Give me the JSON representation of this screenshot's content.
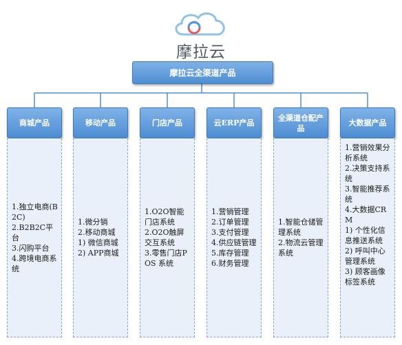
{
  "logo": {
    "name": "摩拉云"
  },
  "root": {
    "label": "摩拉云全渠道产品"
  },
  "columns": [
    {
      "title": "商城产品",
      "items": [
        "1.独立电商(B2C)",
        "2.B2B2C平台",
        "3.闪购平台",
        "4.跨境电商系统"
      ]
    },
    {
      "title": "移动产品",
      "items": [
        "1.微分销",
        "2.移动商城",
        "1) 微信商城",
        "2) APP商城"
      ]
    },
    {
      "title": "门店产品",
      "items": [
        "1.O2O智能门店系统",
        "2.O2O触屏交互系统",
        "3.零售门店POS 系统"
      ]
    },
    {
      "title": "云ERP产品",
      "items": [
        "1.营销管理",
        "2.订单管理",
        "3.支付管理",
        "4.供应链管理",
        "5.库存管理",
        "6.财务管理"
      ]
    },
    {
      "title": "全渠道仓配产品",
      "items": [
        "1.智能仓储管理系统",
        "2.物流云管理系统"
      ]
    },
    {
      "title": "大数据产品",
      "items": [
        "1.营销效果分析系统",
        "2.决策支持系统",
        "3.智能推荐系统",
        "4.大数据CRM",
        "1) 个性化信息推送系统",
        "2) 呼叫中心管理系统",
        "3) 顾客画像标签系统"
      ]
    }
  ]
}
